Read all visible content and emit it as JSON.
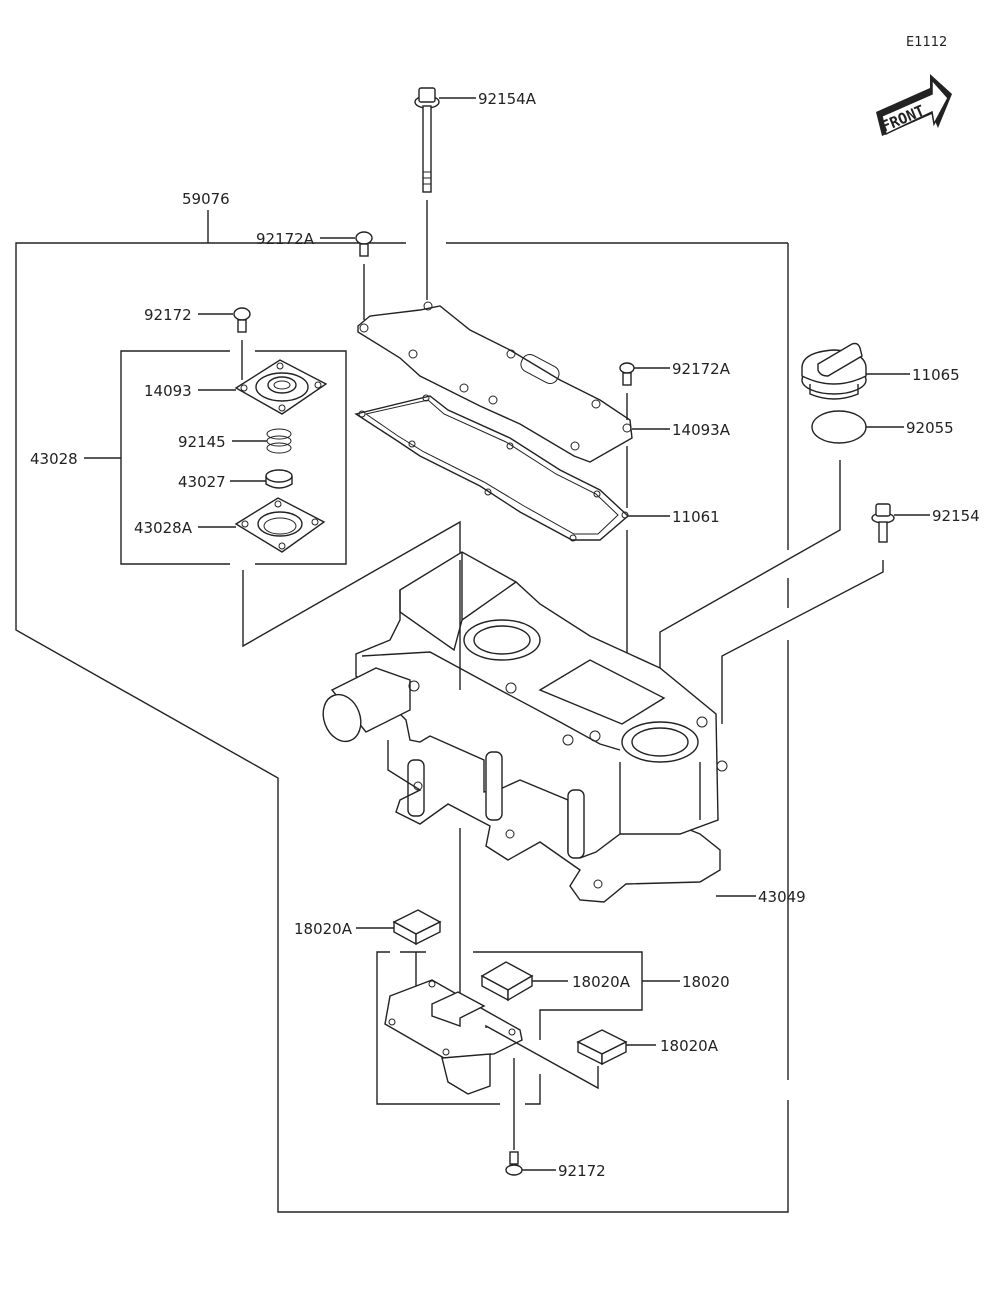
{
  "diagram": {
    "code": "E1112",
    "front_label": "FRONT",
    "parts": {
      "p92154A": "92154A",
      "p59076": "59076",
      "p92172A_top": "92172A",
      "p92172_left": "92172",
      "p14093": "14093",
      "p43028": "43028",
      "p92145": "92145",
      "p43027": "43027",
      "p43028A": "43028A",
      "p92172A_right": "92172A",
      "p14093A": "14093A",
      "p11061": "11061",
      "p11065": "11065",
      "p92055": "92055",
      "p92154": "92154",
      "p43049": "43049",
      "p18020A_1": "18020A",
      "p18020A_2": "18020A",
      "p18020": "18020",
      "p18020A_3": "18020A",
      "p92172_bottom": "92172"
    }
  }
}
